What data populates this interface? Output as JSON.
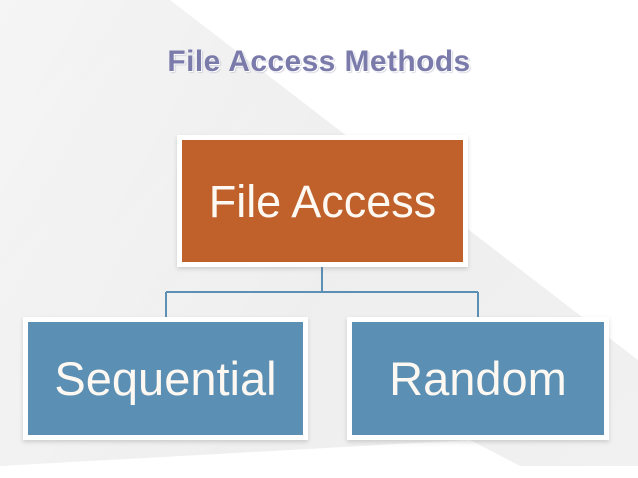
{
  "slide": {
    "title": "File Access Methods",
    "title_color": "#7b7bab",
    "background": {
      "base_color": "#ffffff",
      "wedge_color": "#eeeeee"
    }
  },
  "diagram": {
    "type": "hierarchy",
    "connector_color": "#5b8fb3",
    "root": {
      "label": "File Access",
      "fill_color": "#c0602a",
      "text_color": "#fdf8f2",
      "border_color": "#ffffff"
    },
    "children": [
      {
        "label": "Sequential",
        "fill_color": "#5b8fb3",
        "text_color": "#ffffff",
        "border_color": "#ffffff"
      },
      {
        "label": "Random",
        "fill_color": "#5b8fb3",
        "text_color": "#ffffff",
        "border_color": "#ffffff"
      }
    ]
  }
}
